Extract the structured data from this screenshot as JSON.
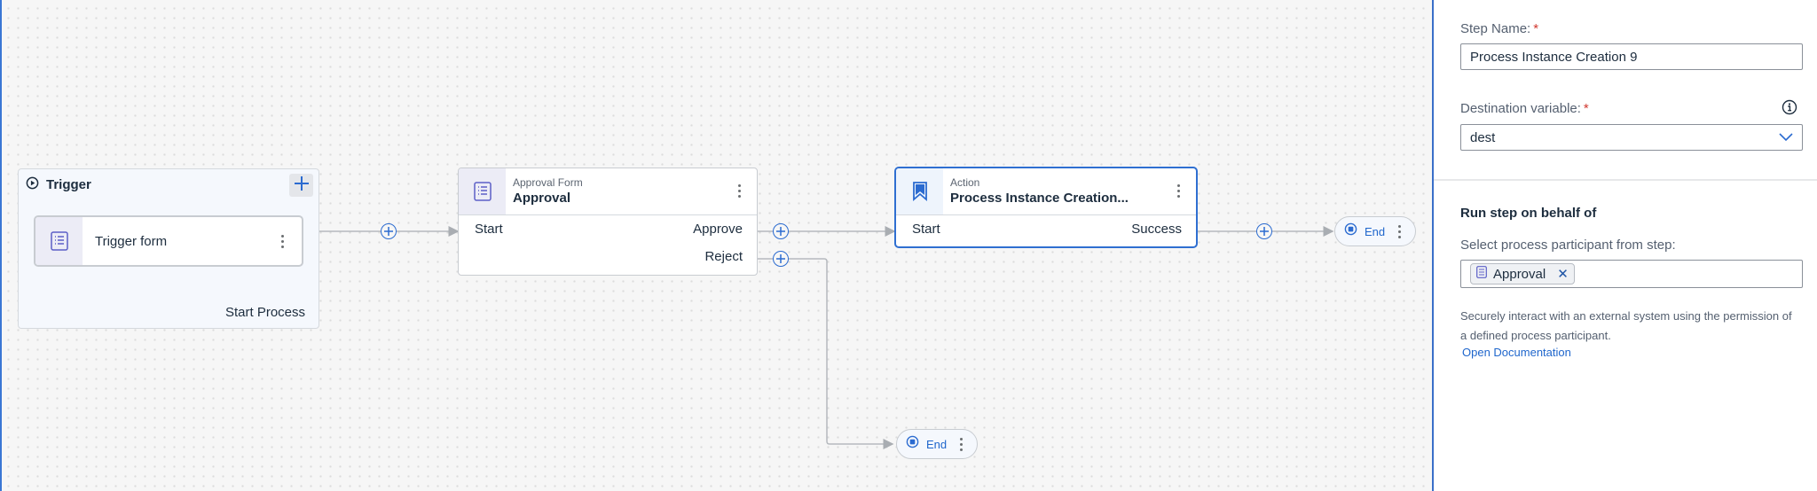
{
  "canvas": {
    "trigger": {
      "title": "Trigger",
      "add_button_icon": "plus-icon",
      "form": {
        "label": "Trigger form",
        "icon": "form-list-icon"
      },
      "output_port": "Start Process"
    },
    "approval_step": {
      "type": "Approval Form",
      "name": "Approval",
      "icon": "form-list-icon",
      "input_port": "Start",
      "output_ports": [
        "Approve",
        "Reject"
      ]
    },
    "action_step": {
      "type": "Action",
      "name": "Process Instance Creation...",
      "icon": "bookmark-icon",
      "input_port": "Start",
      "output_ports": [
        "Success"
      ],
      "selected": true
    },
    "end_nodes": [
      {
        "label": "End",
        "after": "Success"
      },
      {
        "label": "End",
        "after": "Reject"
      }
    ],
    "add_connector_icon": "plus-circle-icon"
  },
  "panel": {
    "step_name": {
      "label": "Step Name:",
      "required_mark": "*",
      "value": "Process Instance Creation 9"
    },
    "destination_variable": {
      "label": "Destination variable:",
      "required_mark": "*",
      "value": "dest",
      "info_icon": "info-icon"
    },
    "run_on_behalf": {
      "title": "Run step on behalf of",
      "select_label": "Select process participant from step:",
      "token": "Approval",
      "help_text": "Securely interact with an external system using the permission of a defined process participant.",
      "link": "Open Documentation"
    }
  },
  "colors": {
    "accent": "#2f6fd1",
    "link": "#1f66cc",
    "required": "#d0382f",
    "canvas_bg": "#f6f6f6"
  }
}
